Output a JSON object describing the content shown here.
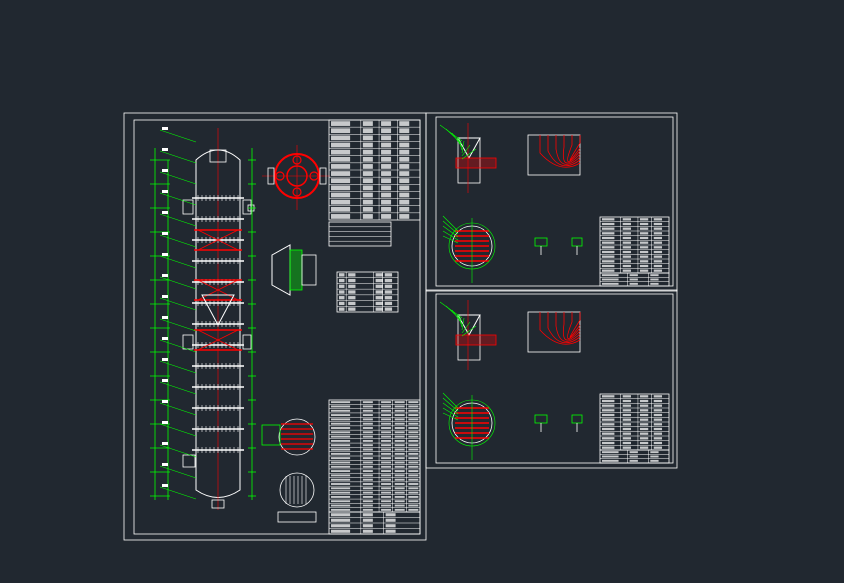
{
  "viewer": {
    "background": "#212830",
    "sheet_border_color": "#ffffff",
    "outline_color": "#ffffff",
    "dimension_color": "#00ff00",
    "section_color": "#ff0000",
    "centerline_color": "#ff0000"
  },
  "sheets": [
    {
      "id": "sheet-1",
      "content": "column-assembly-drawing"
    },
    {
      "id": "sheet-2",
      "content": "distributor-detail-drawing"
    },
    {
      "id": "sheet-3",
      "content": "distributor-detail-drawing"
    }
  ]
}
